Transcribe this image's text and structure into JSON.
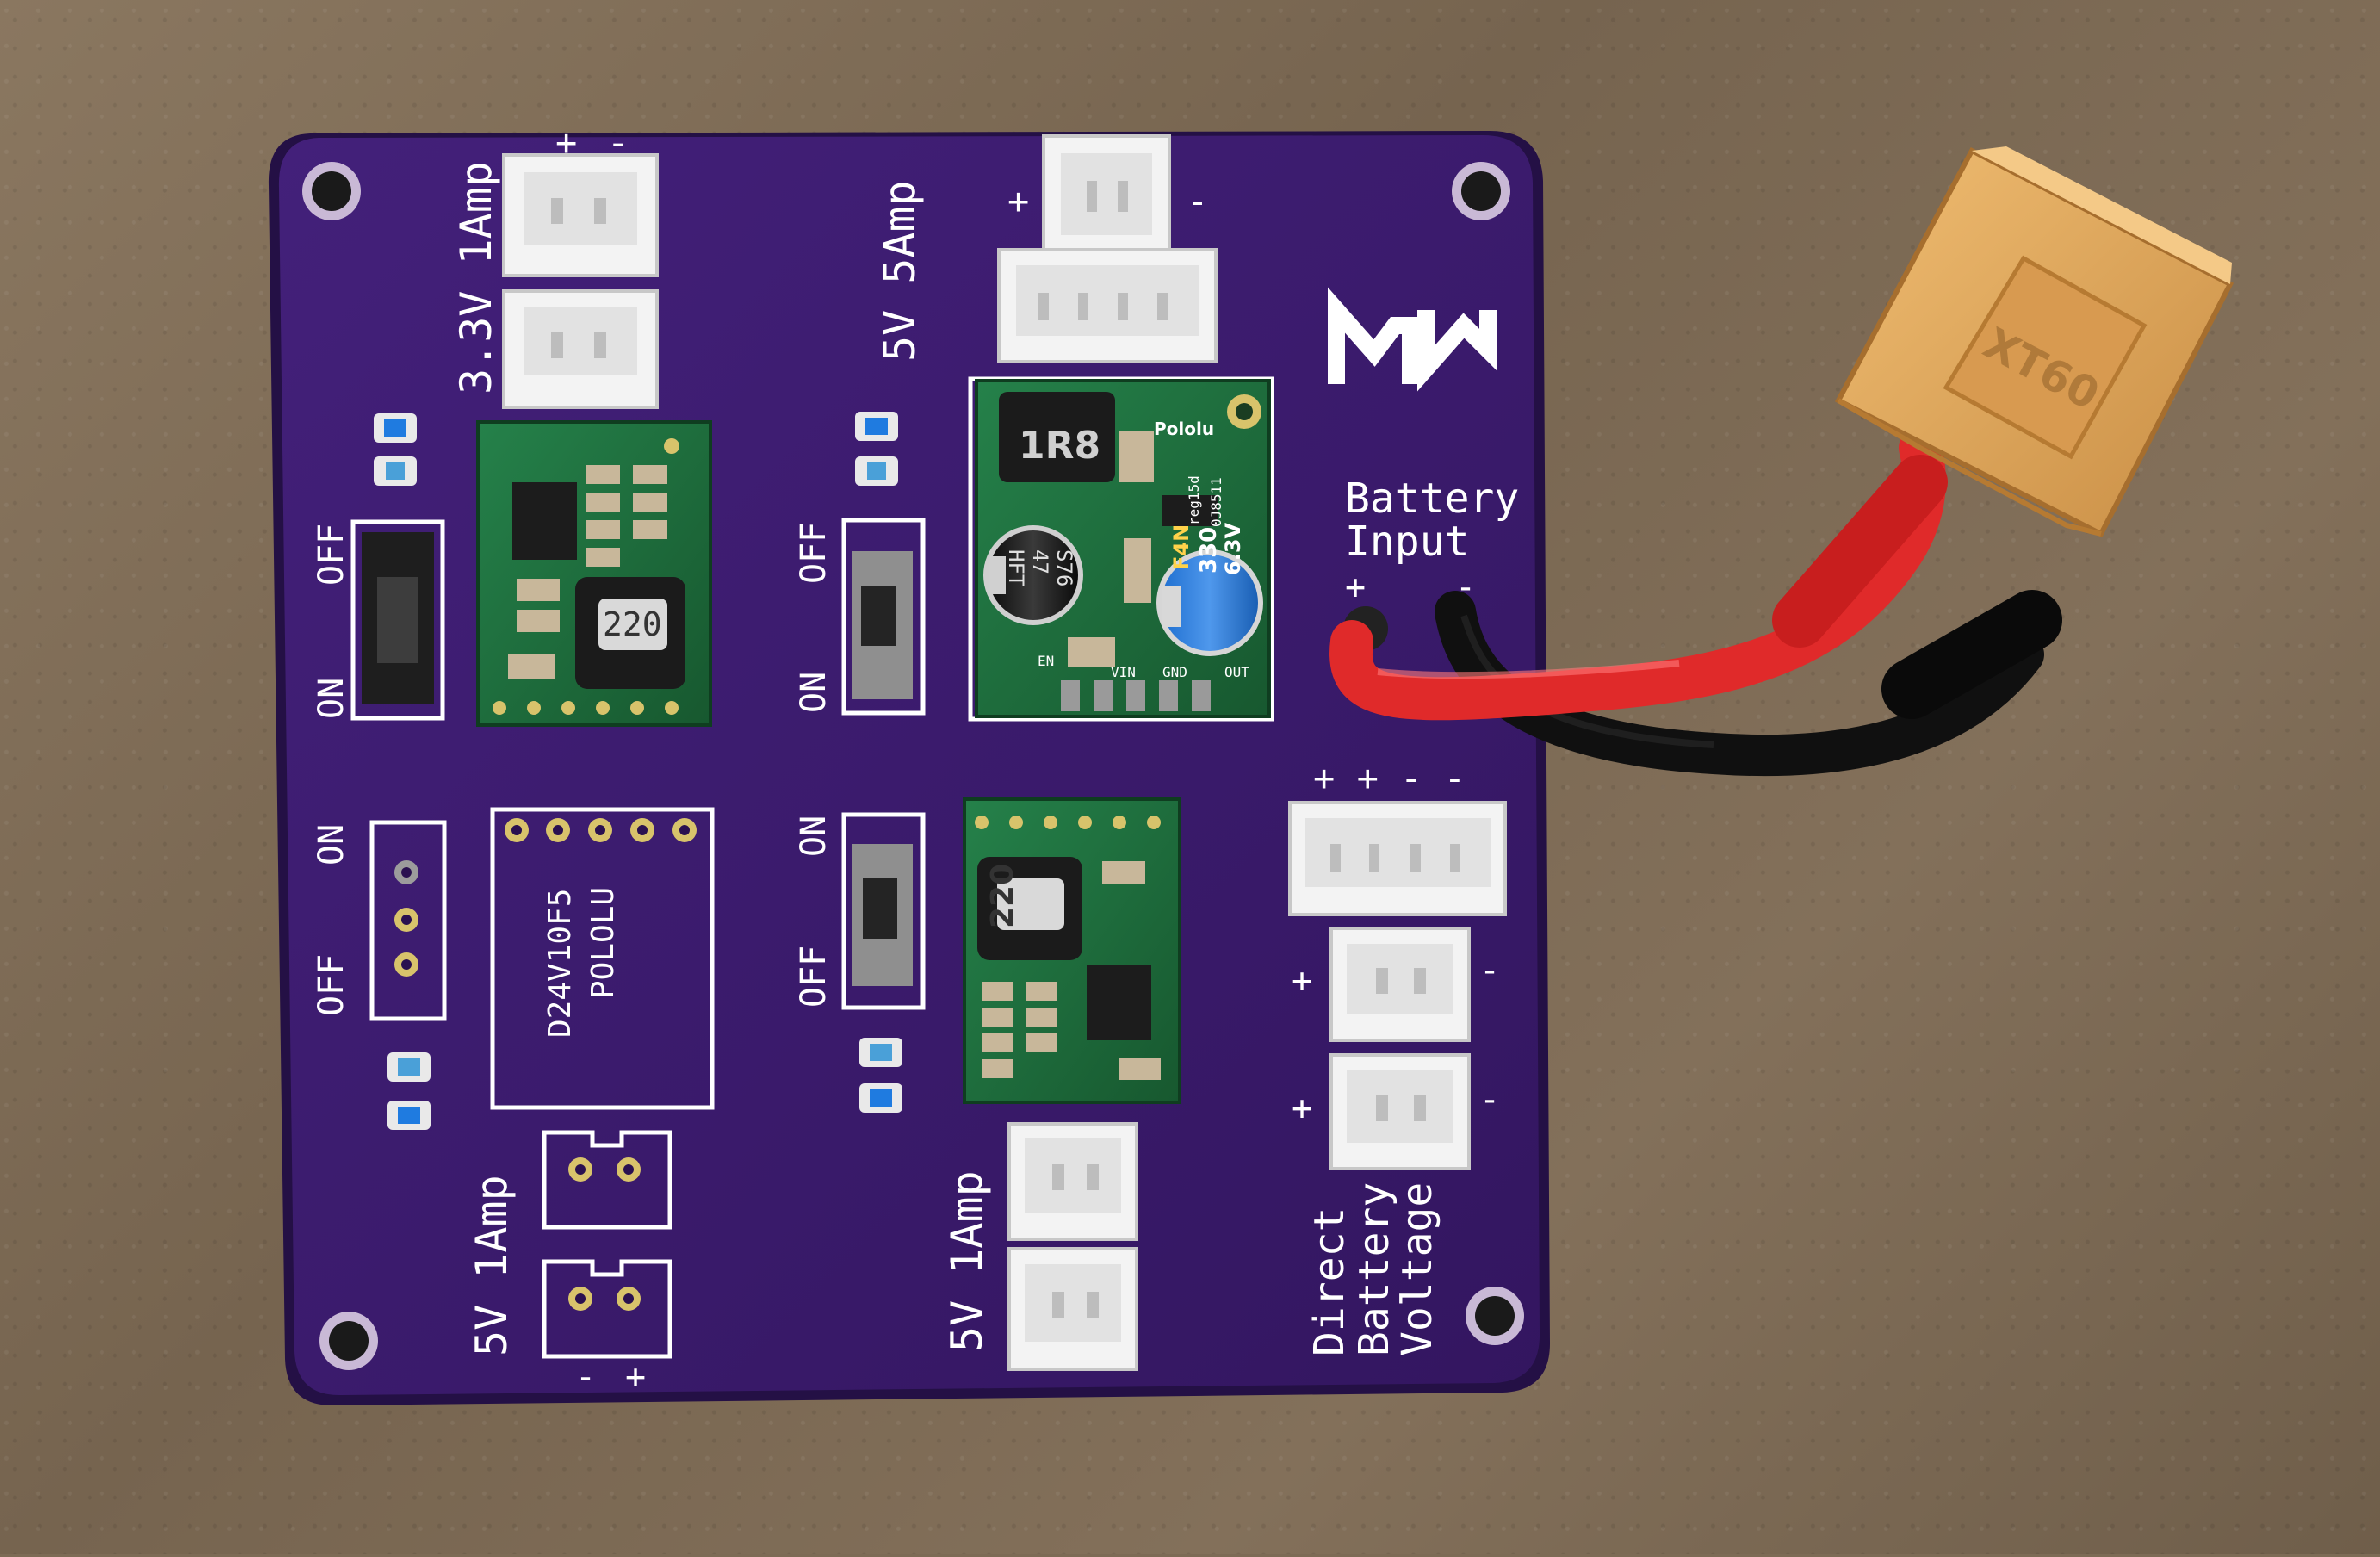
{
  "colors": {
    "background": "#7d6b55",
    "pcb": "#3b1a6b",
    "pcb_edge": "#2a1150",
    "silkscreen": "#ffffff",
    "module_green": "#1f6b3a",
    "connector_white": "#f2f2f2",
    "xt60_yellow": "#e0a85a",
    "wire_red": "#e02a2a",
    "wire_black": "#151515"
  },
  "board": {
    "logo": "MW",
    "left_top_connector": {
      "label": "3.3V 1Amp",
      "polarity_plus": "+",
      "polarity_minus": "-"
    },
    "center_top_connector": {
      "label": "5V 5Amp",
      "polarity_plus": "+",
      "polarity_minus": "-"
    },
    "battery": {
      "line1": "Battery",
      "line2": "Input",
      "plus": "+",
      "minus": "-"
    },
    "switch_left_top": {
      "off": "OFF",
      "on": "ON"
    },
    "switch_center_top": {
      "off": "OFF",
      "on": "ON"
    },
    "switch_left_bottom": {
      "on": "ON",
      "off": "OFF"
    },
    "switch_center_bottom": {
      "on": "ON",
      "off": "OFF"
    },
    "footprint": {
      "line1": "D24V10F5",
      "line2": "POLOLU"
    },
    "left_bottom_connector": {
      "label": "5V 1Amp",
      "minus": "-",
      "plus": "+"
    },
    "center_bottom_connector": {
      "label": "5V 1Amp"
    },
    "direct": {
      "line1": "Direct",
      "line2": "Battery",
      "line3": "Voltage",
      "top_marks": "+ + - -",
      "plus": "+",
      "minus": "-"
    },
    "module_left_inductor": "220",
    "module_bottom_inductor": "220",
    "module_big": {
      "brand": "Pololu",
      "inductor": "1R8",
      "cap_black_1": "47",
      "cap_black_2": "HFT",
      "cap_black_3": "S76",
      "cap_blue_1": "F4N",
      "cap_blue_2": "330",
      "cap_blue_3": "6.3V",
      "side_1": "reg15d",
      "side_2": "0J8511",
      "pin_en": "EN",
      "pin_vin": "VIN",
      "pin_gnd": "GND",
      "pin_out": "OUT"
    },
    "xt60": "XT60"
  }
}
